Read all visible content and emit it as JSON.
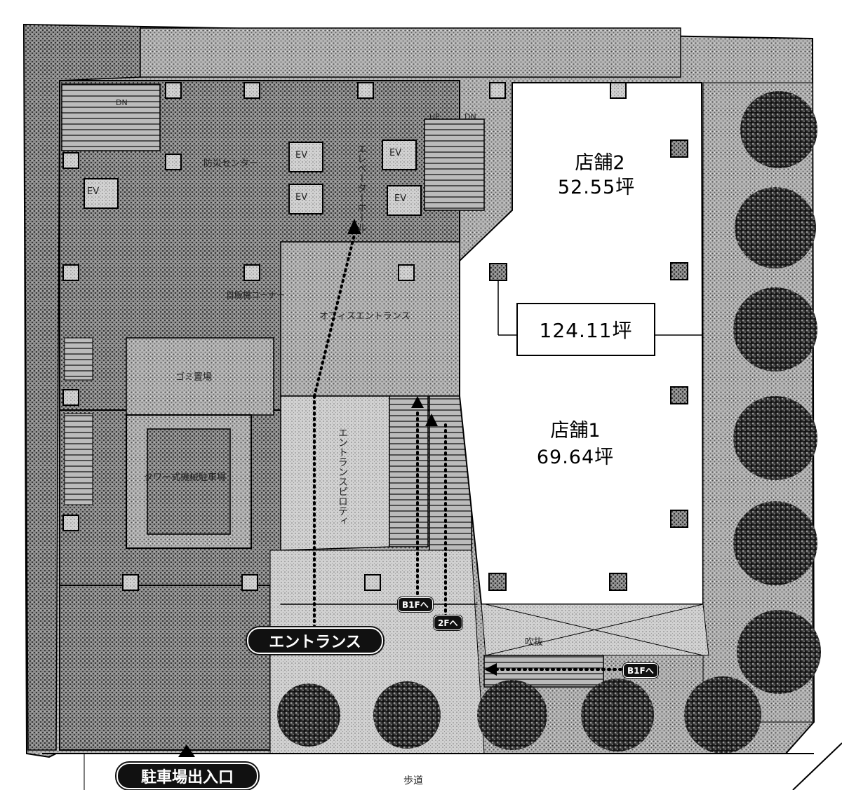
{
  "stores": [
    {
      "name": "店舗2",
      "area": "52.55坪"
    },
    {
      "name": "店舗1",
      "area": "69.64坪"
    }
  ],
  "total_area": "124.11坪",
  "labels": {
    "entrance": "エントランス",
    "parking_entrance": "駐車場出入口",
    "sidewalk": "歩道",
    "office_entrance": "オフィスエントランス",
    "entrance_piloti": "エントランスピロティ",
    "elevator_hall": "エレベーターホール",
    "disaster_center": "防災センター",
    "vending_corner": "自販機コーナー",
    "garbage": "ゴミ置場",
    "parking_machine": "タワー式機械駐車場",
    "stairwell_void": "吹抜",
    "elevator": "EV",
    "up": "UP",
    "down": "DN",
    "to_b1f": "B1Fへ",
    "to_2f": "2Fへ"
  },
  "colors": {
    "hatch_dark": "#6a6a6a",
    "hatch_light": "#a9a9a9",
    "store_fill": "#ffffff",
    "line": "#000000",
    "tree": "#3a3a3a"
  }
}
